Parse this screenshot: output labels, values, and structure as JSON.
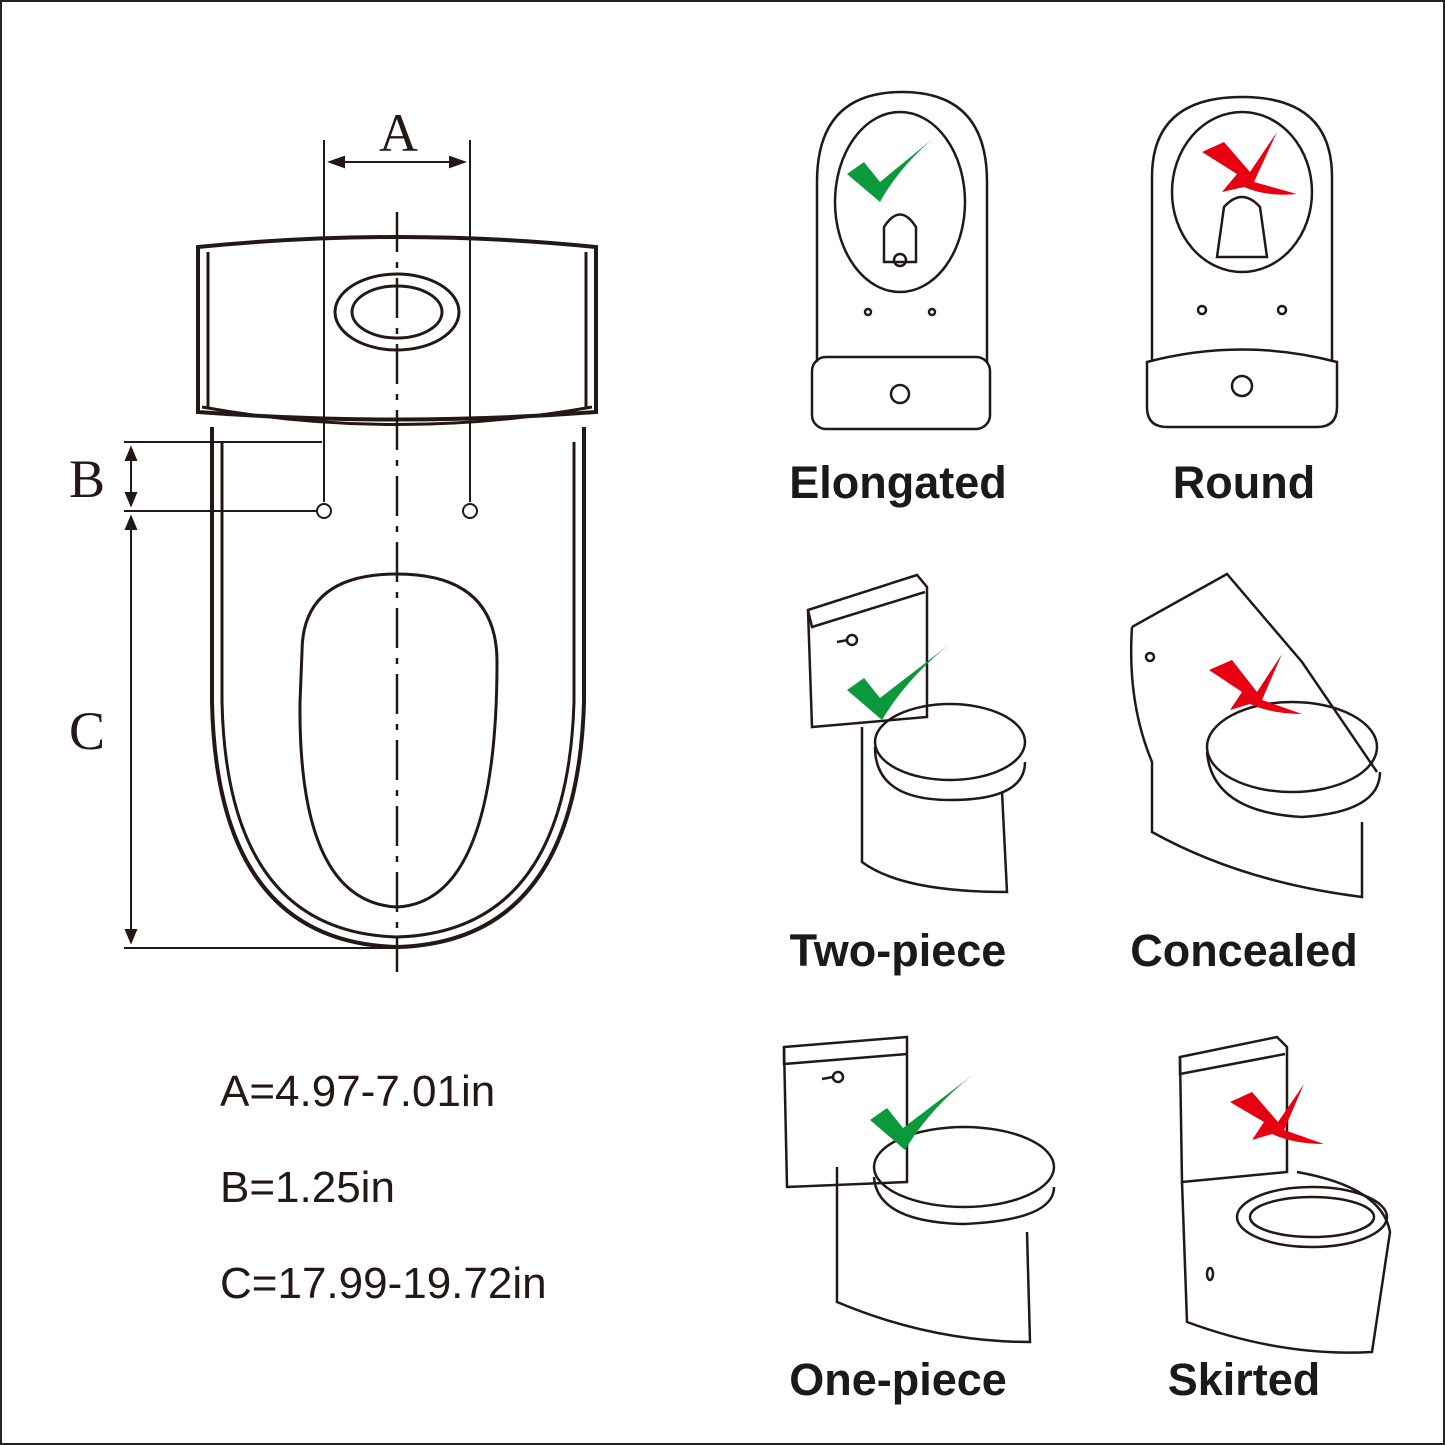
{
  "dimension_labels": {
    "a": "A",
    "b": "B",
    "c": "C"
  },
  "measurements": [
    "A=4.97-7.01in",
    "B=1.25in",
    "C=17.99-19.72in"
  ],
  "toilet_types": [
    {
      "label": "Elongated",
      "compatible": true
    },
    {
      "label": "Round",
      "compatible": false
    },
    {
      "label": "Two-piece",
      "compatible": true
    },
    {
      "label": "Concealed",
      "compatible": false
    },
    {
      "label": "One-piece",
      "compatible": true
    },
    {
      "label": "Skirted",
      "compatible": false
    }
  ],
  "colors": {
    "line": "#231815",
    "check": "#0a9a3c",
    "cross": "#e60012"
  }
}
